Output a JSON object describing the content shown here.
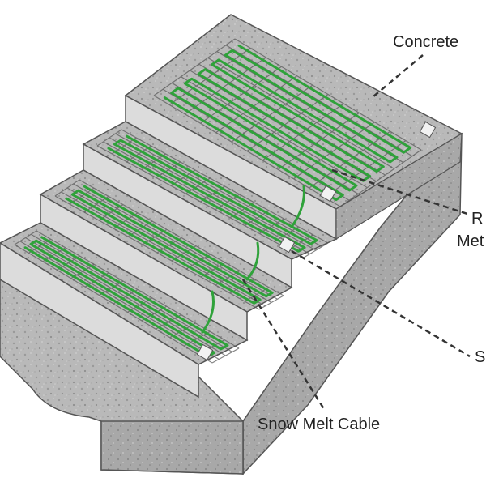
{
  "labels": {
    "concrete": "Concrete",
    "rebar_mesh_partial_1": "R",
    "rebar_mesh_partial_2": "Met",
    "sensor_partial": "S",
    "snow_melt_cable": "Snow Melt Cable"
  },
  "colors": {
    "cable": "#2fa23a",
    "concrete_top": "#bdbdbd",
    "concrete_side": "#a6a6a6",
    "riser": "#dcdcdc",
    "mesh": "#5a5a5a",
    "leader": "#333333"
  }
}
